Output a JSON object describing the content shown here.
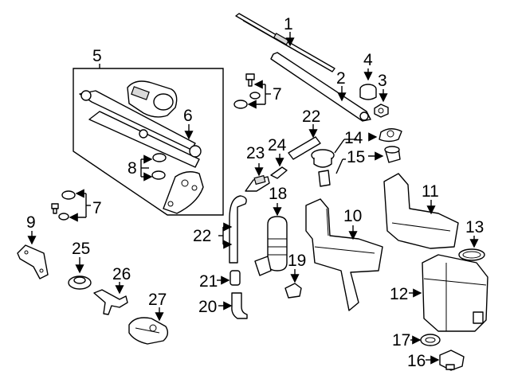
{
  "callouts": {
    "c1": "1",
    "c2": "2",
    "c3": "3",
    "c4": "4",
    "c5": "5",
    "c6": "6",
    "c7a": "7",
    "c7b": "7",
    "c8": "8",
    "c9": "9",
    "c10": "10",
    "c11": "11",
    "c12": "12",
    "c13": "13",
    "c14": "14",
    "c15": "15",
    "c16": "16",
    "c17": "17",
    "c18": "18",
    "c19": "19",
    "c20": "20",
    "c21": "21",
    "c22a": "22",
    "c22b": "22",
    "c23": "23",
    "c24": "24",
    "c25": "25",
    "c26": "26",
    "c27": "27"
  }
}
